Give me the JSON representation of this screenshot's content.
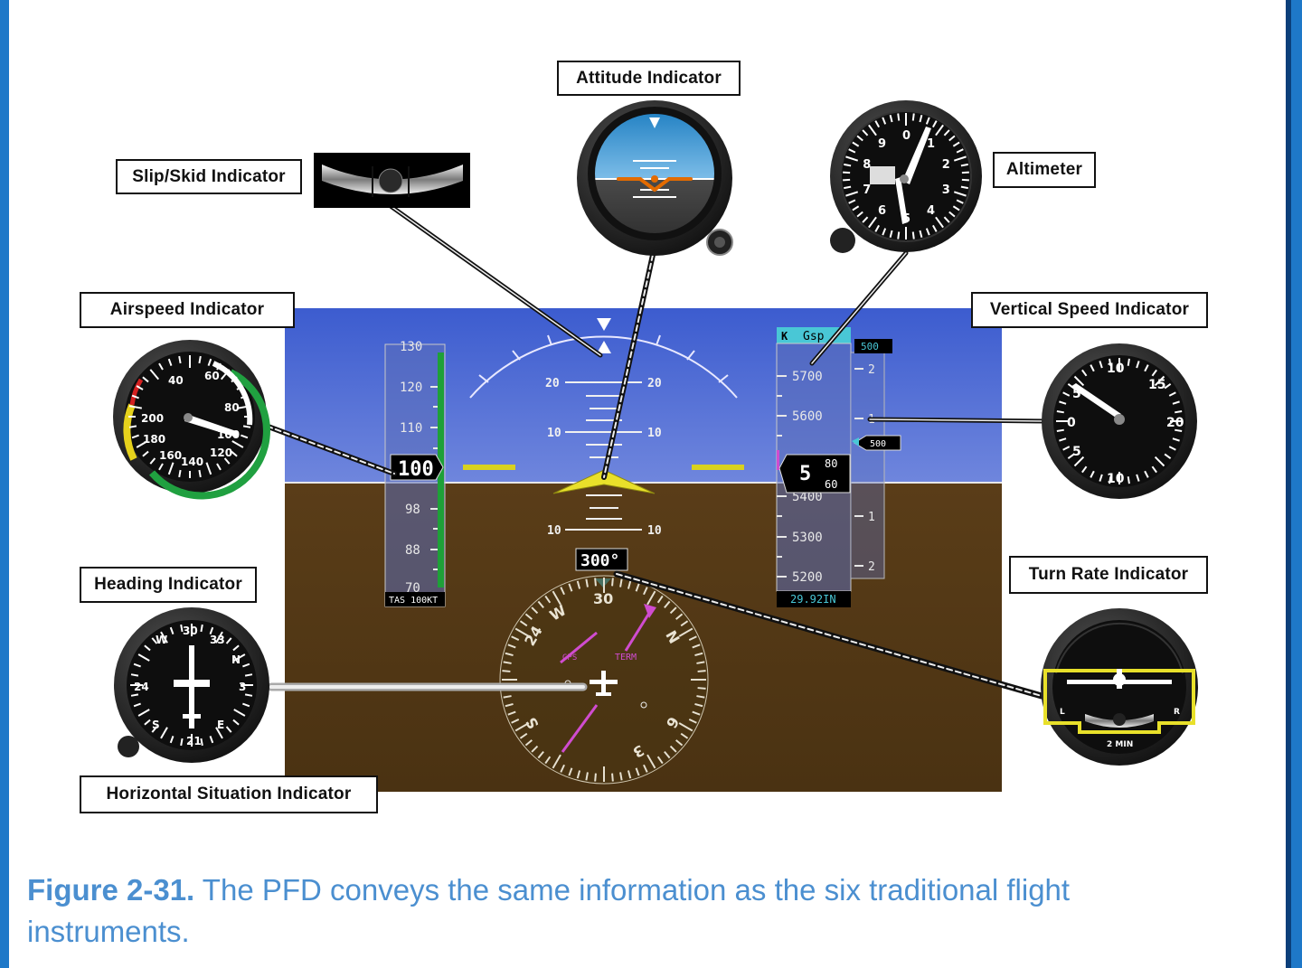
{
  "callouts": {
    "attitude": "Attitude Indicator",
    "slip_skid": "Slip/Skid Indicator",
    "altimeter": "Altimeter",
    "airspeed": "Airspeed Indicator",
    "vsi": "Vertical Speed Indicator",
    "heading": "Heading Indicator",
    "turn_rate": "Turn Rate Indicator",
    "hsi": "Horizontal Situation Indicator"
  },
  "pfd": {
    "airspeed_tape": [
      "130",
      "120",
      "110",
      "98",
      "88",
      "70"
    ],
    "airspeed_current": "100",
    "tas_label": "TAS 100KT",
    "pitch_labels": [
      "20",
      "20",
      "10",
      "10",
      "10",
      "10"
    ],
    "altitude_tape": [
      "5700",
      "5600",
      "5400",
      "5300",
      "5200"
    ],
    "altitude_current": "5480",
    "altitude_box_digits": "5",
    "altitude_box_small": [
      "80",
      "60"
    ],
    "selected_altitude": "Gsp",
    "vs_labels": [
      "2",
      "1",
      "1",
      "2"
    ],
    "vs_bug": "500",
    "vs_current": "500",
    "baro": "29.92IN",
    "heading_current": "300°",
    "compass_labels": [
      "30",
      "W",
      "N",
      "6",
      "3",
      "S",
      "24"
    ],
    "hsi_label": "TERM"
  },
  "instruments": {
    "airspeed_labels": [
      "40",
      "60",
      "80",
      "100",
      "120",
      "140",
      "160",
      "180",
      "200"
    ],
    "altimeter_labels": [
      "0",
      "1",
      "2",
      "3",
      "4",
      "5",
      "6",
      "7",
      "8",
      "9"
    ],
    "vsi_labels": [
      "10",
      "15",
      "20",
      "5",
      "0",
      "5",
      "10"
    ],
    "heading_labels": [
      "W",
      "30",
      "33",
      "N",
      "3",
      "E",
      "21",
      "S",
      "24"
    ],
    "turn_labels": [
      "2 MIN",
      "L",
      "R"
    ]
  },
  "caption": {
    "figure": "Figure 2-31.",
    "text": " The PFD conveys the same information as the six traditional flight instruments."
  }
}
